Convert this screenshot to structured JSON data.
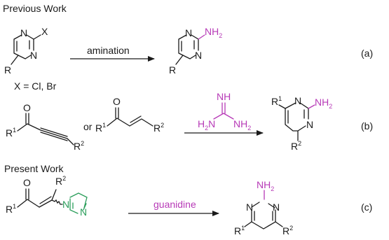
{
  "headings": {
    "previous": "Previous Work",
    "present": "Present Work"
  },
  "atoms": {
    "N": "N",
    "X": "X",
    "R": "R",
    "O": "O",
    "NH": "NH",
    "NH2": "NH",
    "H2N": "H",
    "sub2": "2",
    "sup1": "1",
    "sup2": "2"
  },
  "reaction_a": {
    "reagent": "amination",
    "note": "X = Cl, Br",
    "label": "(a)"
  },
  "reaction_b": {
    "or": "or",
    "label": "(b)"
  },
  "reaction_c": {
    "reagent": "guanidine",
    "label": "(c)"
  },
  "colors": {
    "product_amine": "#b73ab7",
    "imidazole": "#2a9d5a",
    "text": "#1a1a1a"
  }
}
